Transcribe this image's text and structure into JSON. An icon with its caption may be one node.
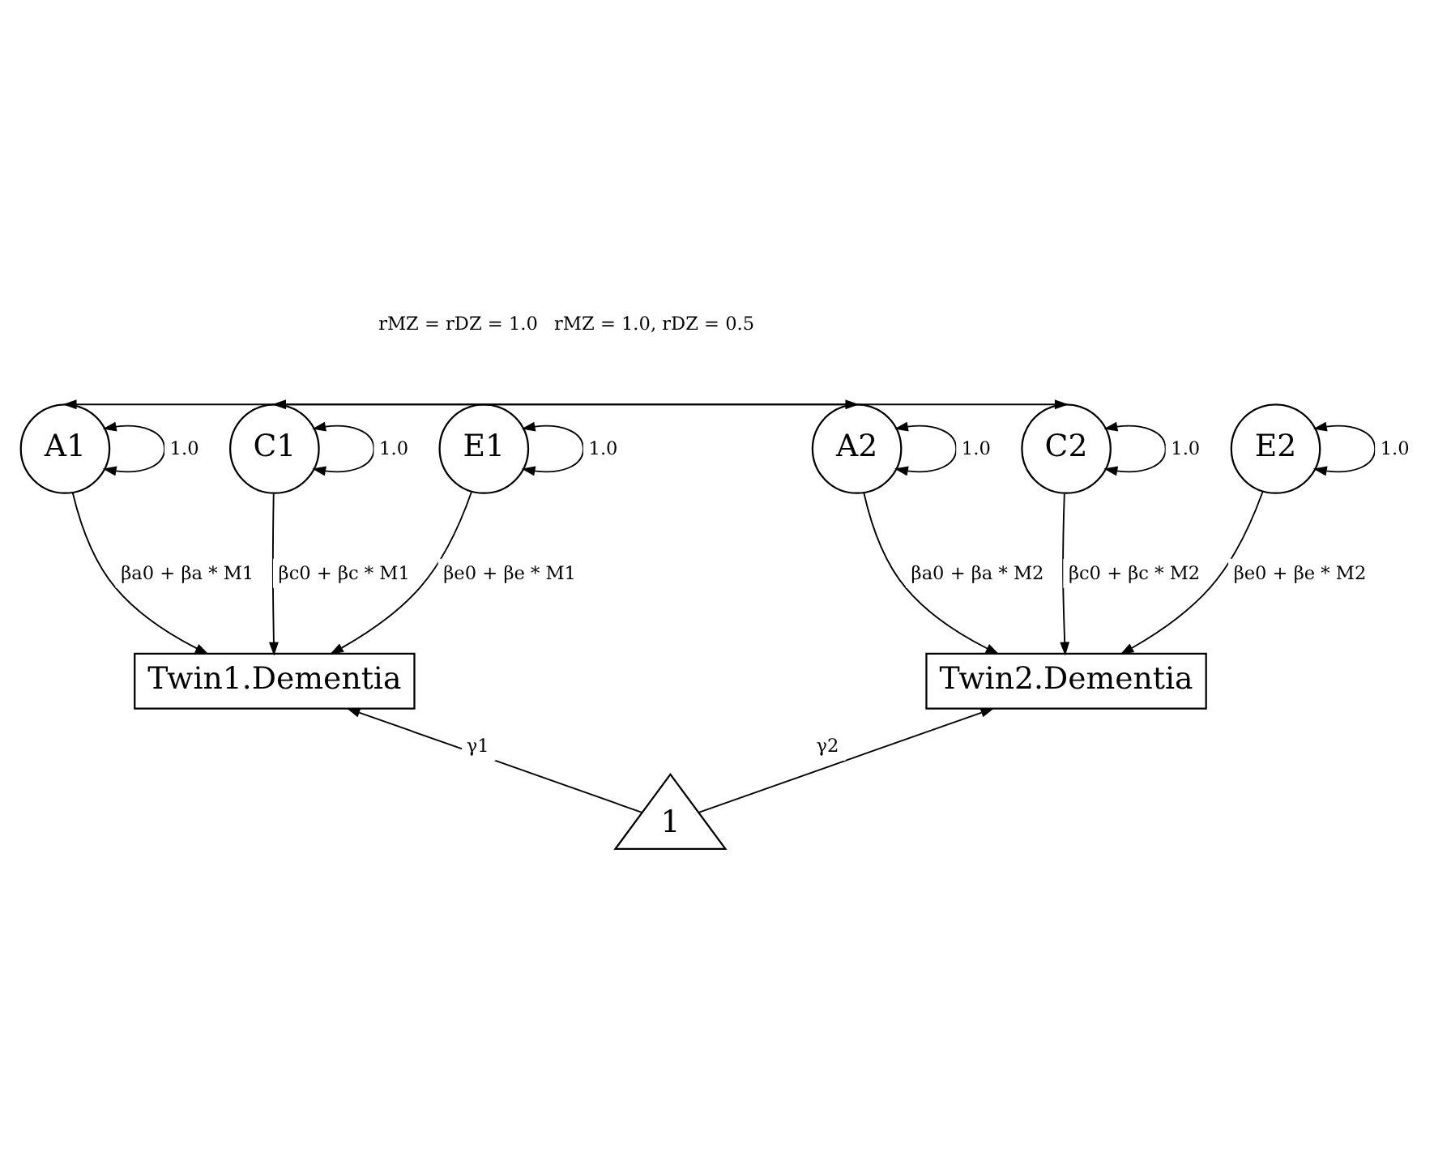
{
  "diagram": {
    "nodes": [
      {
        "text": [
          "A1"
        ]
      },
      {
        "text": [
          "C1"
        ]
      },
      {
        "text": [
          "E1"
        ]
      },
      {
        "text": [
          "A2"
        ]
      },
      {
        "text": [
          "C2"
        ]
      },
      {
        "text": [
          "E2"
        ]
      },
      {
        "text": [
          "Twin1.Dementia"
        ]
      },
      {
        "text": [
          "Twin2.Dementia"
        ]
      },
      {
        "text": [
          "1"
        ]
      }
    ],
    "edges": [
      {
        "from": 0,
        "to": 0,
        "arrow": "both",
        "label": "1.0"
      },
      {
        "from": 1,
        "to": 1,
        "arrow": "both",
        "label": "1.0"
      },
      {
        "from": 2,
        "to": 2,
        "arrow": "both",
        "label": "1.0"
      },
      {
        "from": 3,
        "to": 3,
        "arrow": "both",
        "label": "1.0"
      },
      {
        "from": 4,
        "to": 4,
        "arrow": "both",
        "label": "1.0"
      },
      {
        "from": 5,
        "to": 5,
        "arrow": "both",
        "label": "1.0"
      },
      {
        "from": 0,
        "to": 3,
        "arrow": "both",
        "label": "rMZ = 1.0, rDZ = 0.5"
      },
      {
        "from": 1,
        "to": 4,
        "arrow": "both",
        "label": "rMZ = rDZ = 1.0"
      },
      {
        "from": 0,
        "to": 6,
        "arrow": "to",
        "label": "βa0 + βa * M1"
      },
      {
        "from": 1,
        "to": 6,
        "arrow": "to",
        "label": "βc0 + βc * M1"
      },
      {
        "from": 2,
        "to": 6,
        "arrow": "to",
        "label": "βe0 + βe * M1"
      },
      {
        "from": 3,
        "to": 7,
        "arrow": "to",
        "label": "βa0 + βa * M2"
      },
      {
        "from": 4,
        "to": 7,
        "arrow": "to",
        "label": "βc0 + βc * M2"
      },
      {
        "from": 5,
        "to": 7,
        "arrow": "to",
        "label": "βe0 + βe * M2"
      },
      {
        "from": 8,
        "to": 6,
        "arrow": "to",
        "label": "γ1"
      },
      {
        "from": 8,
        "to": 7,
        "arrow": "to",
        "label": "γ2"
      }
    ]
  }
}
